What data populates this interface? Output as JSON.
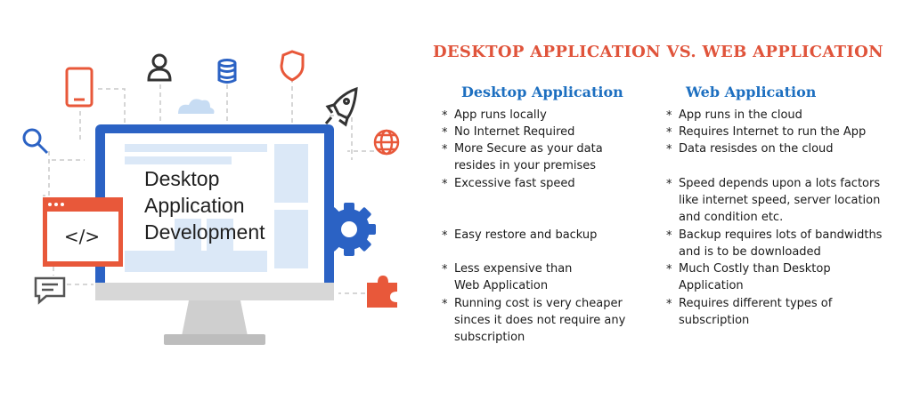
{
  "title": "DESKTOP APPLICATION VS. WEB APPLICATION",
  "monitor_text": [
    "Desktop",
    "Application",
    "Development"
  ],
  "code_icon_text": "</>",
  "bullet": "*",
  "desktop": {
    "header": "Desktop Application",
    "items": [
      "App runs locally",
      "No Internet Required",
      "More Secure as your data resides in your premises",
      "Excessive fast speed",
      "Easy restore and backup",
      "Less expensive than Web Application",
      "Running cost is very cheaper sinces it does not require any subscription"
    ]
  },
  "web": {
    "header": "Web Application",
    "items": [
      "App runs in the cloud",
      "Requires Internet to run the App",
      "Data resisdes on the cloud",
      "Speed depends upon a lots factors like internet speed, server location and condition etc.",
      "Backup requires lots of bandwidths and is to be downloaded",
      "Much Costly than Desktop Application",
      "Requires different types of subscription"
    ]
  },
  "colors": {
    "title": "#e0543b",
    "header": "#1d6fc0",
    "monitor_frame": "#2b62c4",
    "accent_orange": "#e8583a",
    "stand": "#d9d9d9"
  },
  "icons": [
    "phone-icon",
    "user-icon",
    "database-icon",
    "shield-icon",
    "rocket-icon",
    "search-icon",
    "cloud-icon",
    "globe-icon",
    "gear-icon",
    "puzzle-icon",
    "chat-icon",
    "code-window-icon"
  ]
}
